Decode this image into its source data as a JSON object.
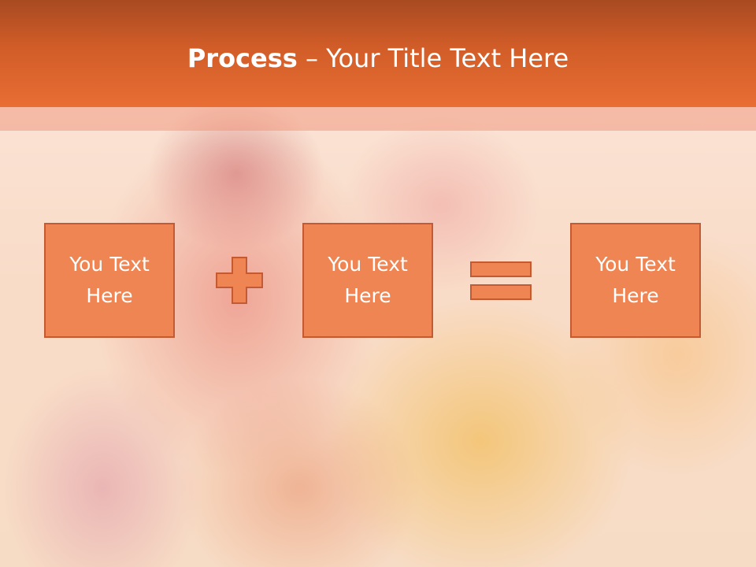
{
  "slide": {
    "title_bold": "Process",
    "title_rest": " – Your Title Text Here",
    "boxes": [
      {
        "text": "You Text\nHere"
      },
      {
        "text": "You Text\nHere"
      },
      {
        "text": "You Text\nHere"
      }
    ],
    "operators": [
      "plus-icon",
      "equals-icon"
    ]
  },
  "colors": {
    "header": "#e86e34",
    "box_fill": "#ee8552",
    "box_border": "#c45a32",
    "text": "#ffffff"
  }
}
